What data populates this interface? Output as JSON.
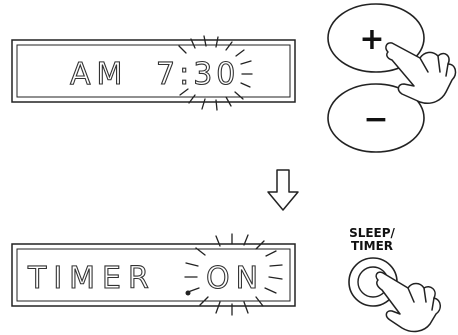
{
  "step1": {
    "display": {
      "left_text": "AM",
      "right_text": "7:30"
    },
    "plus_button": {
      "label": "+"
    },
    "minus_button": {
      "label": "−"
    }
  },
  "step2": {
    "display": {
      "left_text": "TIMER",
      "right_text": "ON"
    },
    "sleep_timer_button": {
      "label_line1": "SLEEP/",
      "label_line2": "TIMER"
    }
  },
  "icons": [
    "down-arrow-icon",
    "pointing-hand-icon",
    "blink-rays-icon"
  ]
}
